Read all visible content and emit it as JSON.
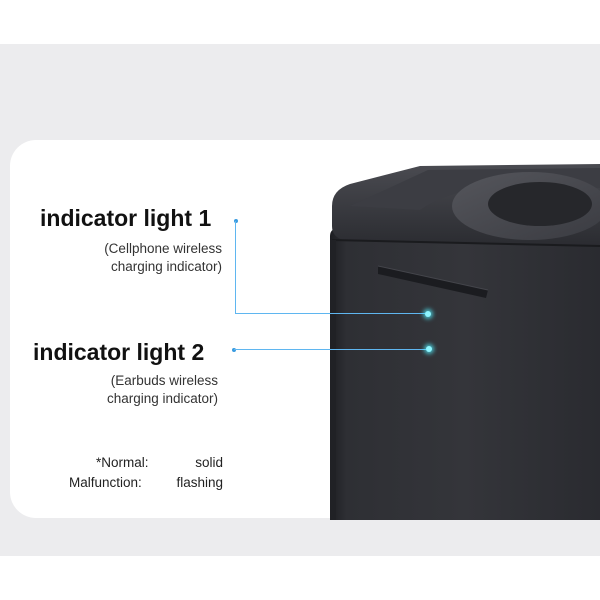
{
  "indicator1": {
    "title": "indicator light 1",
    "description_line1": "(Cellphone wireless",
    "description_line2": "charging indicator)"
  },
  "indicator2": {
    "title": "indicator light 2",
    "description_line1": "(Earbuds wireless",
    "description_line2": "charging indicator)"
  },
  "notes": {
    "normal_label": "*Normal:",
    "normal_value": "solid",
    "malfunction_label": "Malfunction:",
    "malfunction_value": "flashing"
  },
  "colors": {
    "background_band": "#ececee",
    "card": "#ffffff",
    "leader_line": "#5fb6f0",
    "led_glow": "#8ff6ff",
    "device_body": "#2f3035"
  }
}
